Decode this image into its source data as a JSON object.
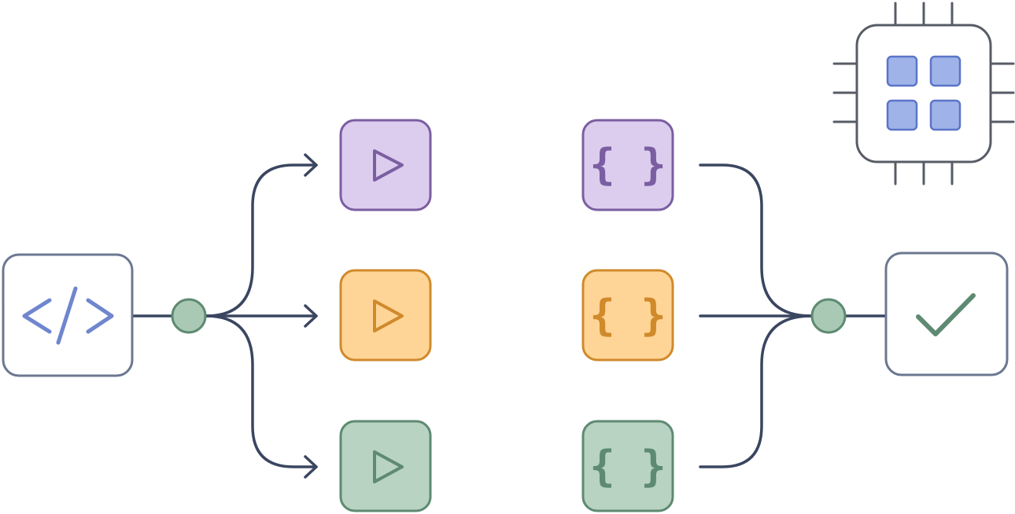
{
  "diagram": {
    "palette": {
      "connector": "#3a4660",
      "node_fill": "#a9c9b4",
      "node_stroke": "#5e8a72",
      "frame_stroke": "#6c7890",
      "purple_fill": "#dccdee",
      "purple_stroke": "#7b5ea2",
      "orange_fill": "#ffd597",
      "orange_stroke": "#d08a2c",
      "green_fill": "#b8d3c2",
      "green_stroke": "#5e8a72",
      "code_icon": "#6f86cf",
      "check_icon": "#5e8a72",
      "chip_stroke": "#575c66",
      "chip_cell_fill": "#9fb3e8",
      "chip_cell_stroke": "#5a75c9"
    },
    "source": {
      "icon": "code-icon"
    },
    "destination": {
      "icon": "check-icon"
    },
    "chip": {
      "icon": "processor-chip-icon"
    },
    "tasks": [
      {
        "color": "purple",
        "run_icon": "play-icon",
        "result_icon": "curly-braces-icon"
      },
      {
        "color": "orange",
        "run_icon": "play-icon",
        "result_icon": "curly-braces-icon"
      },
      {
        "color": "green",
        "run_icon": "play-icon",
        "result_icon": "curly-braces-icon"
      }
    ],
    "glyphs": {
      "braces": "{ }"
    }
  }
}
